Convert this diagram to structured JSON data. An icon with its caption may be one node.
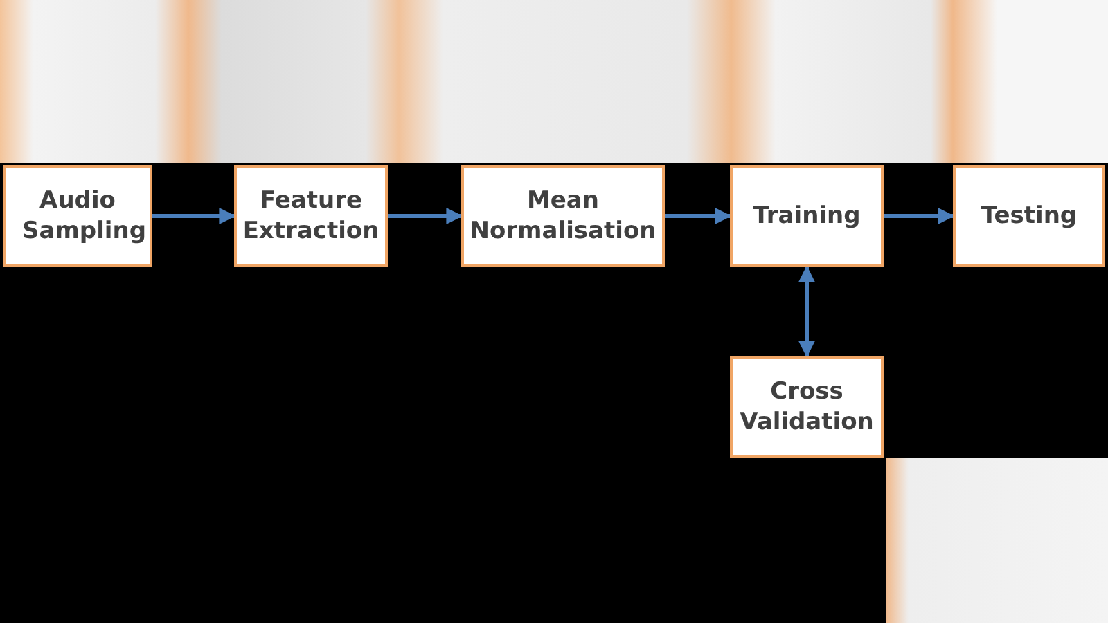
{
  "diagram": {
    "nodes": [
      {
        "text": [
          "Audio Sampling"
        ]
      },
      {
        "text": [
          "Feature Extraction"
        ]
      },
      {
        "text": [
          "Mean Normalisation"
        ]
      },
      {
        "text": [
          "Training"
        ]
      },
      {
        "text": [
          "Testing"
        ]
      },
      {
        "text": [
          "Cross Validation"
        ]
      }
    ],
    "edges": [
      {
        "from": 0,
        "to": 1,
        "arrow": "to"
      },
      {
        "from": 1,
        "to": 2,
        "arrow": "to"
      },
      {
        "from": 2,
        "to": 3,
        "arrow": "to"
      },
      {
        "from": 3,
        "to": 4,
        "arrow": "to"
      },
      {
        "from": 3,
        "to": 5,
        "arrow": "both"
      }
    ]
  }
}
